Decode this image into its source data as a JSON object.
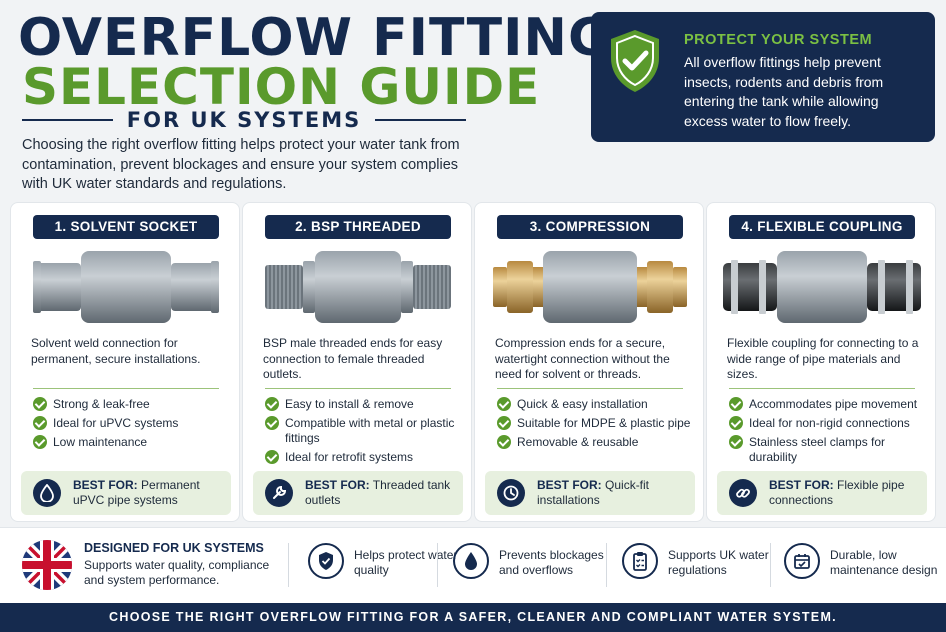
{
  "header": {
    "title_line1": "OVERFLOW FITTING",
    "title_line2": "SELECTION GUIDE",
    "subtitle": "FOR UK SYSTEMS",
    "intro": "Choosing the right overflow fitting helps protect your water tank from contamination, prevent blockages and ensure your system complies with UK water standards and regulations."
  },
  "protect": {
    "icon": "shield-check-icon",
    "heading": "PROTECT YOUR SYSTEM",
    "text": "All overflow fittings help prevent insects, rodents and debris from entering the tank while allowing excess water to flow freely."
  },
  "colors": {
    "navy": "#152a4e",
    "green": "#5a9a2c",
    "light_green": "#e7f0df"
  },
  "cards": [
    {
      "title": "1. SOLVENT SOCKET",
      "description": "Solvent weld connection for permanent, secure installations.",
      "features": [
        "Strong & leak-free",
        "Ideal for uPVC systems",
        "Low maintenance"
      ],
      "best_label": "BEST FOR:",
      "best_text": "Permanent uPVC pipe systems",
      "best_icon": "water-drop-icon"
    },
    {
      "title": "2. BSP THREADED",
      "description": "BSP male threaded ends for easy connection to female threaded outlets.",
      "features": [
        "Easy to install & remove",
        "Compatible with metal or plastic fittings",
        "Ideal for retrofit systems"
      ],
      "best_label": "BEST FOR:",
      "best_text": "Threaded tank outlets",
      "best_icon": "wrench-icon"
    },
    {
      "title": "3. COMPRESSION",
      "description": "Compression ends for a secure, watertight connection without the need for solvent or threads.",
      "features": [
        "Quick & easy installation",
        "Suitable for MDPE & plastic pipe",
        "Removable & reusable"
      ],
      "best_label": "BEST FOR:",
      "best_text": "Quick-fit installations",
      "best_icon": "clock-icon"
    },
    {
      "title": "4. FLEXIBLE COUPLING",
      "description": "Flexible coupling for connecting to a wide range of pipe materials and sizes.",
      "features": [
        "Accommodates pipe movement",
        "Ideal for non-rigid connections",
        "Stainless steel clamps for durability"
      ],
      "best_label": "BEST FOR:",
      "best_text": "Flexible pipe connections",
      "best_icon": "link-icon"
    }
  ],
  "bottom": {
    "uk_heading": "DESIGNED FOR UK SYSTEMS",
    "uk_text": "Supports water quality, compliance and system performance.",
    "features": [
      {
        "icon": "shield-check-icon",
        "text": "Helps protect water quality"
      },
      {
        "icon": "water-drop-icon",
        "text": "Prevents blockages and overflows"
      },
      {
        "icon": "clipboard-check-icon",
        "text": "Supports UK water regulations"
      },
      {
        "icon": "durable-icon",
        "text": "Durable, low maintenance design"
      }
    ]
  },
  "footer": "CHOOSE THE RIGHT OVERFLOW FITTING FOR A SAFER, CLEANER AND COMPLIANT WATER SYSTEM."
}
